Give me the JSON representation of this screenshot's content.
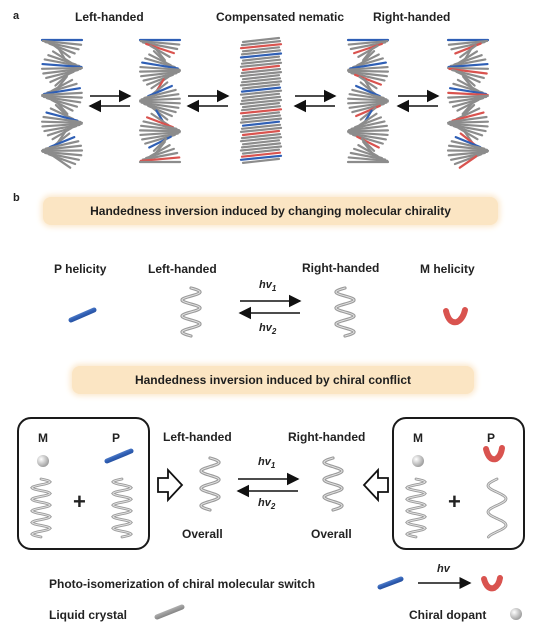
{
  "panel_a": {
    "label": "a",
    "left_title": "Left-handed",
    "middle_title": "Compensated nematic",
    "right_title": "Right-handed"
  },
  "panel_b": {
    "label": "b",
    "banner1": "Handedness inversion induced by changing  molecular chirality",
    "banner2": "Handedness inversion induced by chiral conflict",
    "row1": {
      "p_helicity": "P helicity",
      "left_handed": "Left-handed",
      "right_handed": "Right-handed",
      "m_helicity": "M helicity",
      "hv1": "hv",
      "hv1_sub": "1",
      "hv2": "hv",
      "hv2_sub": "2"
    },
    "row2": {
      "left_box_m": "M",
      "left_box_p": "P",
      "left_box_plus": "+",
      "right_box_m": "M",
      "right_box_p": "P",
      "right_box_plus": "+",
      "left_handed": "Left-handed",
      "right_handed": "Right-handed",
      "overall_left": "Overall",
      "overall_right": "Overall",
      "hv1": "hv",
      "hv1_sub": "1",
      "hv2": "hv",
      "hv2_sub": "2"
    },
    "legend": {
      "photo_isomerization": "Photo-isomerization of chiral molecular switch",
      "hv": "hv",
      "liquid_crystal": "Liquid crystal",
      "chiral_dopant": "Chiral dopant"
    }
  },
  "colors": {
    "banner_bg": "#fbe5c3",
    "blue_mesogen": "#2f5fb5",
    "red_mesogen": "#d9534f",
    "grey_mesogen": "#8a8a8a"
  }
}
